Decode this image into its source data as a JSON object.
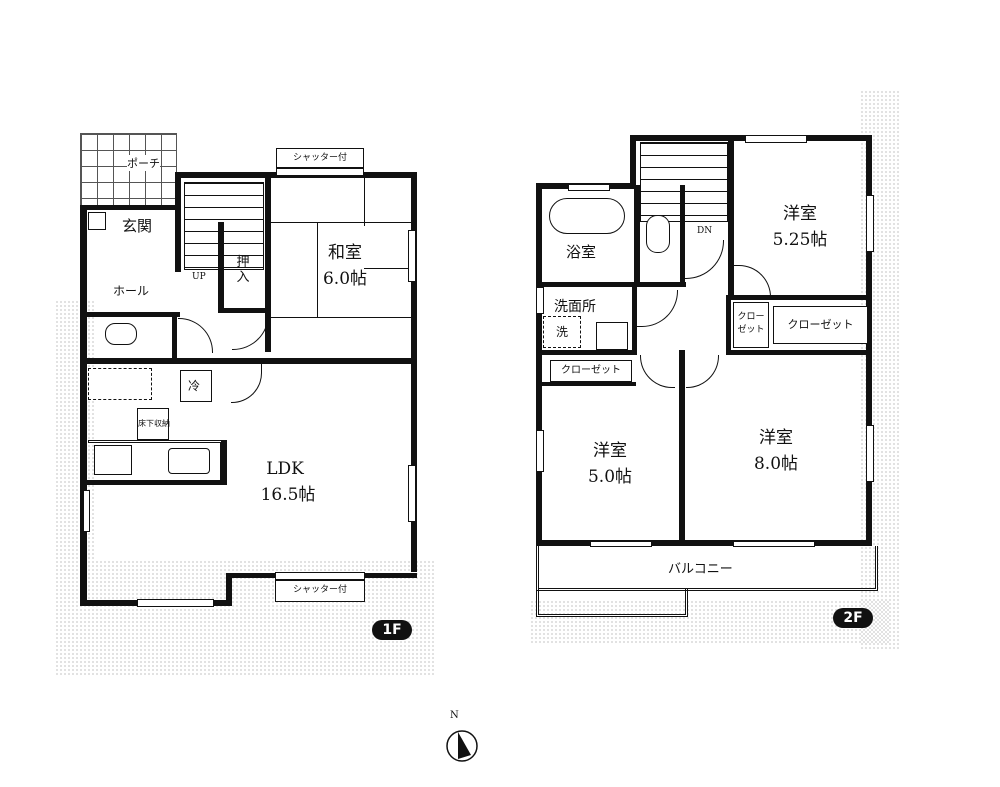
{
  "floor_1": {
    "badge": "1F",
    "rooms": {
      "porch": "ポーチ",
      "entrance": "玄関",
      "hall": "ホール",
      "stairs_up": "UP",
      "closet_oshiire": "押入",
      "japanese_room": {
        "name": "和室",
        "size": "6.0帖"
      },
      "ldk": {
        "name": "LDK",
        "size": "16.5帖"
      },
      "fridge": "冷",
      "underfloor_storage": "床下収納"
    },
    "shutter_top": "シャッター付",
    "shutter_bottom": "シャッター付"
  },
  "floor_2": {
    "badge": "2F",
    "rooms": {
      "bathroom": "浴室",
      "washroom": "洗面所",
      "washer": "洗",
      "stairs_down": "DN",
      "western_room_a": {
        "name": "洋室",
        "size": "5.25帖"
      },
      "western_room_b": {
        "name": "洋室",
        "size": "5.0帖"
      },
      "western_room_c": {
        "name": "洋室",
        "size": "8.0帖"
      },
      "closet_small": "クローゼット",
      "closet_a": "クローゼット",
      "closet_b": "クローゼット",
      "balcony": "バルコニー"
    }
  },
  "compass": {
    "north_label": "N"
  }
}
